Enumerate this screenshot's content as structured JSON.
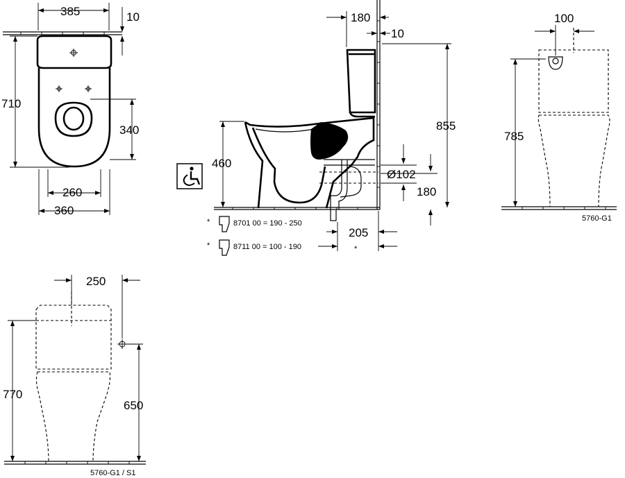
{
  "dimensions": {
    "top_width": "385",
    "top_gap": "10",
    "top_length": "710",
    "top_seat": "340",
    "top_inner": "260",
    "top_outer": "360",
    "side_tank_depth": "180",
    "side_gap": "10",
    "side_total_height": "855",
    "side_seat_height": "460",
    "side_pipe": "Ø102",
    "side_outlet_height": "180",
    "side_outlet_dist": "205",
    "front_tank_width": "100",
    "front_height": "785",
    "rear_width": "250",
    "rear_height": "770",
    "rear_inlet": "650"
  },
  "notes": {
    "bend1": "8701 00 = 190 - 250",
    "bend2": "8711 00 = 100 - 190",
    "asterisk": "*"
  },
  "codes": {
    "front_model": "5760-G1",
    "rear_model": "5760-G1 / S1"
  },
  "icons": {
    "accessibility": "wheelchair-icon"
  }
}
